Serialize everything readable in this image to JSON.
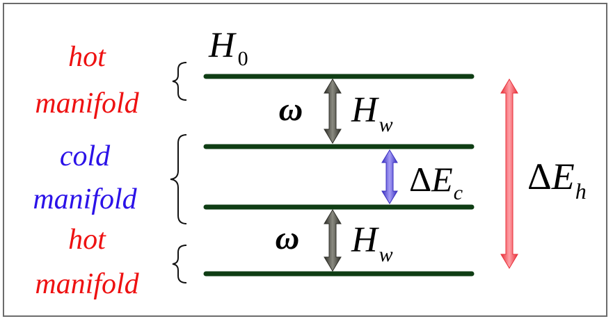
{
  "labels": {
    "top_hot": [
      "hot",
      "manifold"
    ],
    "cold": [
      "cold",
      "manifold"
    ],
    "bottom_hot": [
      "hot",
      "manifold"
    ],
    "hamiltonian": {
      "base": "H",
      "sub": "0"
    },
    "omega_top": "ω",
    "omega_bottom": "ω",
    "hw_top": {
      "base": "H",
      "sub": "w"
    },
    "hw_bottom": {
      "base": "H",
      "sub": "w"
    },
    "delta_ec": {
      "delta": "Δ",
      "base": "E",
      "sub": "c"
    },
    "delta_eh": {
      "delta": "Δ",
      "base": "E",
      "sub": "h"
    }
  },
  "colors": {
    "hot": "#ee1111",
    "cold": "#2b12e8",
    "level": "#0f3d14",
    "gray_arrow": "#4a4a40",
    "blue_arrow": "#5a4de0",
    "red_arrow": "#f0505a",
    "frame": "#6b6b6b"
  }
}
